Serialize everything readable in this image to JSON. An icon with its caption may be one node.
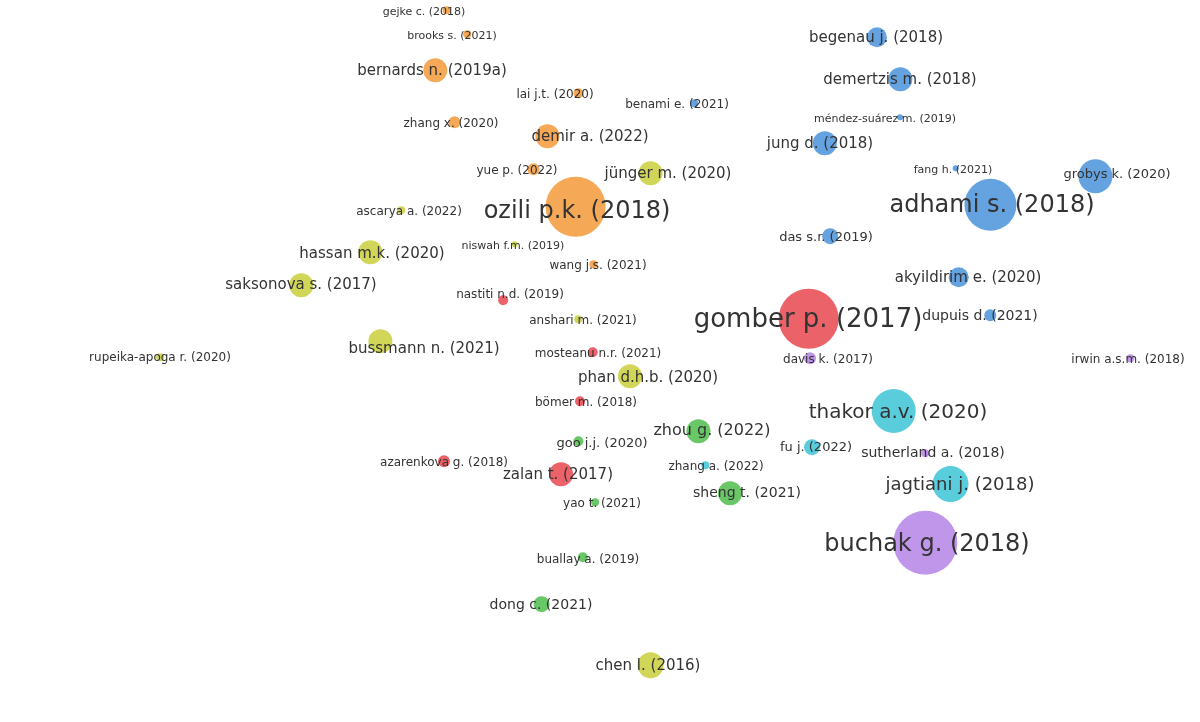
{
  "diagram": {
    "nodes": [
      {
        "text": [
          "gejke c. (2018)"
        ]
      },
      {
        "text": [
          "brooks s. (2021)"
        ]
      },
      {
        "text": [
          "begenau j. (2018)"
        ]
      },
      {
        "text": [
          "bernards n. (2019a)"
        ]
      },
      {
        "text": [
          "demertzis m. (2018)"
        ]
      },
      {
        "text": [
          "lai j.t. (2020)"
        ]
      },
      {
        "text": [
          "benami e. (2021)"
        ]
      },
      {
        "text": [
          "zhang x. (2020)"
        ]
      },
      {
        "text": [
          "méndez-suárez m. (2019)"
        ]
      },
      {
        "text": [
          "demir a. (2022)"
        ]
      },
      {
        "text": [
          "jung d. (2018)"
        ]
      },
      {
        "text": [
          "jünger m. (2020)"
        ]
      },
      {
        "text": [
          "yue p. (2022)"
        ]
      },
      {
        "text": [
          "fang h. (2021)"
        ]
      },
      {
        "text": [
          "grobys k. (2020)"
        ]
      },
      {
        "text": [
          "ozili p.k. (2018)"
        ]
      },
      {
        "text": [
          "ascarya a. (2022)"
        ]
      },
      {
        "text": [
          "adhami s. (2018)"
        ]
      },
      {
        "text": [
          "niswah f.m. (2019)"
        ]
      },
      {
        "text": [
          "das s.r. (2019)"
        ]
      },
      {
        "text": [
          "hassan m.k. (2020)"
        ]
      },
      {
        "text": [
          "wang j.s. (2021)"
        ]
      },
      {
        "text": [
          "akyildirim e. (2020)"
        ]
      },
      {
        "text": [
          "saksonova s. (2017)"
        ]
      },
      {
        "text": [
          "nastiti n.d. (2019)"
        ]
      },
      {
        "text": [
          "gomber p. (2017)"
        ]
      },
      {
        "text": [
          "dupuis d. (2021)"
        ]
      },
      {
        "text": [
          "anshari m. (2021)"
        ]
      },
      {
        "text": [
          "rupeika-apoga r. (2020)"
        ]
      },
      {
        "text": [
          "bussmann n. (2021)"
        ]
      },
      {
        "text": [
          "mosteanu n.r. (2021)"
        ]
      },
      {
        "text": [
          "davis k. (2017)"
        ]
      },
      {
        "text": [
          "irwin a.s.m. (2018)"
        ]
      },
      {
        "text": [
          "phan d.h.b. (2020)"
        ]
      },
      {
        "text": [
          "bömer m. (2018)"
        ]
      },
      {
        "text": [
          "thakor a.v. (2020)"
        ]
      },
      {
        "text": [
          "zhou g. (2022)"
        ]
      },
      {
        "text": [
          "goo j.j. (2020)"
        ]
      },
      {
        "text": [
          "fu j. (2022)"
        ]
      },
      {
        "text": [
          "sutherland a. (2018)"
        ]
      },
      {
        "text": [
          "azarenkova g. (2018)"
        ]
      },
      {
        "text": [
          "zhang a. (2022)"
        ]
      },
      {
        "text": [
          "zalan t. (2017)"
        ]
      },
      {
        "text": [
          "jagtiani j. (2018)"
        ]
      },
      {
        "text": [
          "sheng t. (2021)"
        ]
      },
      {
        "text": [
          "yao t. (2021)"
        ]
      },
      {
        "text": [
          "buchak g. (2018)"
        ]
      },
      {
        "text": [
          "buallay a. (2019)"
        ]
      },
      {
        "text": [
          "dong c. (2021)"
        ]
      },
      {
        "text": [
          "chen l. (2016)"
        ]
      }
    ]
  }
}
